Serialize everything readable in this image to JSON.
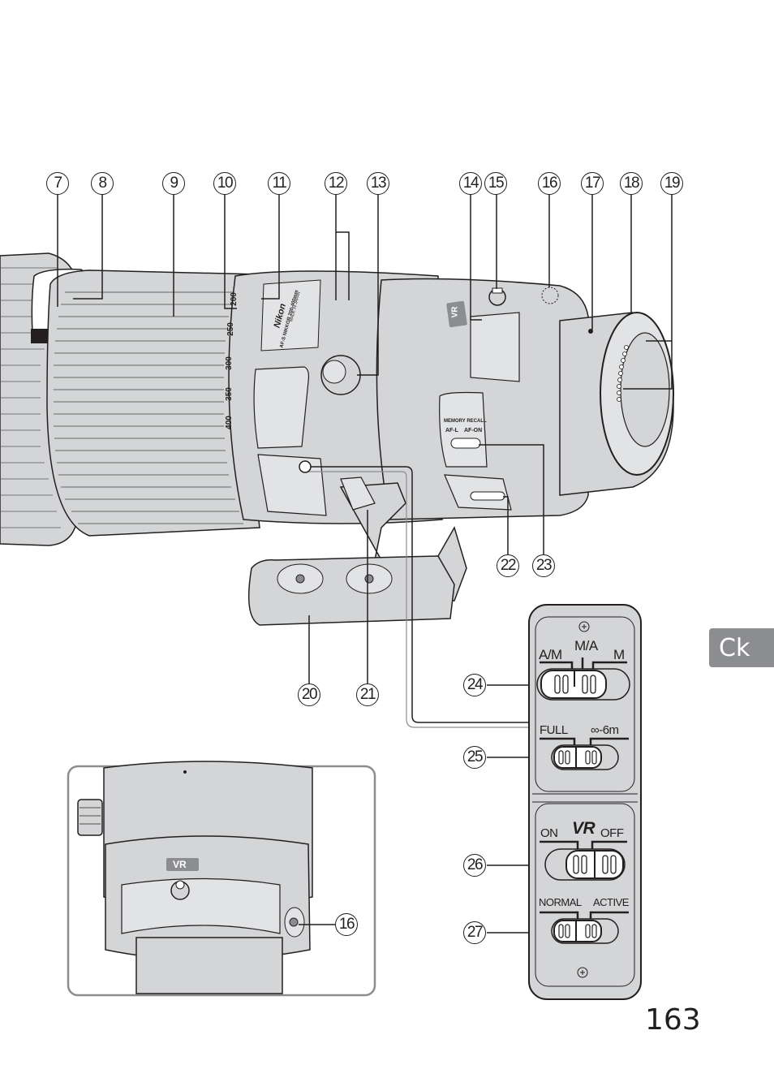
{
  "page": {
    "number": "163",
    "section_tab": "Ck",
    "tab_color": "#8c8d90"
  },
  "callouts_top": [
    "7",
    "8",
    "9",
    "10",
    "11",
    "12",
    "13",
    "14",
    "15",
    "16",
    "17",
    "18",
    "19"
  ],
  "callouts_other": {
    "c20": "20",
    "c21": "21",
    "c22": "22",
    "c23": "23",
    "c24": "24",
    "c25": "25",
    "c26": "26",
    "c27": "27",
    "c16b": "16"
  },
  "lens_markings": {
    "brand": "Nikon",
    "model": "AF-S NIKKOR 200-400mm",
    "origin": "MADE IN JAPAN",
    "focal_scale": [
      "200",
      "250",
      "300",
      "350",
      "400"
    ],
    "vr_badge": "VR"
  },
  "memory_recall_panel": {
    "title": "MEMORY RECALL",
    "left": "AF-L",
    "right": "AF-ON"
  },
  "switch_panel": {
    "focus_mode": {
      "left": "A/M",
      "center": "M/A",
      "right": "M"
    },
    "focus_limit": {
      "left": "FULL",
      "right": "∞-6m"
    },
    "vr": {
      "title": "VR",
      "left": "ON",
      "right": "OFF"
    },
    "vr_mode": {
      "left": "NORMAL",
      "right": "ACTIVE"
    }
  },
  "inset": {
    "vr_badge": "VR"
  }
}
